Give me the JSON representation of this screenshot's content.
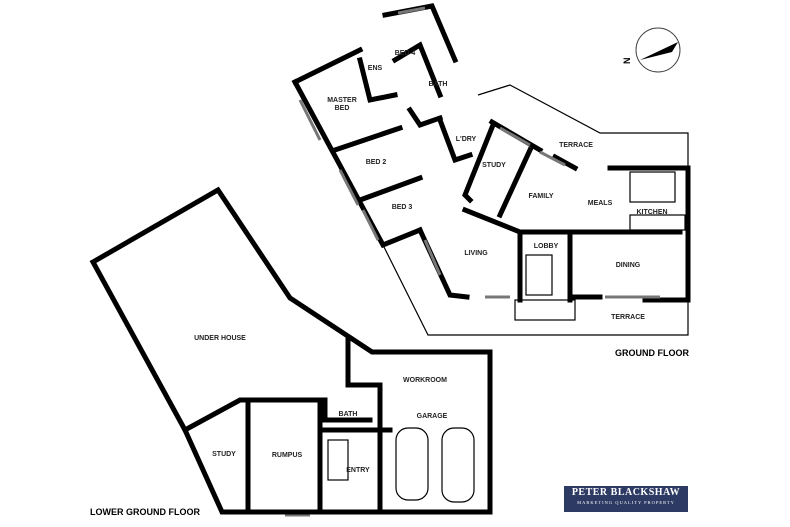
{
  "ground_floor": {
    "title": "GROUND FLOOR",
    "rooms": {
      "bed4": "BED 4",
      "ens": "ENS",
      "bath": "BATH",
      "master_bed_1": "MASTER",
      "master_bed_2": "BED",
      "bed2": "BED 2",
      "bed3": "BED 3",
      "laundry": "L'DRY",
      "study": "STUDY",
      "terrace_top": "TERRACE",
      "family": "FAMILY",
      "meals": "MEALS",
      "kitchen": "KITCHEN",
      "living": "LIVING",
      "lobby": "LOBBY",
      "dining": "DINING",
      "terrace_bottom": "TERRACE"
    }
  },
  "lower_ground_floor": {
    "title": "LOWER GROUND FLOOR",
    "rooms": {
      "under_house": "UNDER HOUSE",
      "workroom": "WORKROOM",
      "bath": "BATH",
      "garage": "GARAGE",
      "study": "STUDY",
      "rumpus": "RUMPUS",
      "entry": "ENTRY"
    }
  },
  "compass": {
    "label": "N"
  },
  "logo": {
    "name": "PETER BLACKSHAW",
    "tagline": "MARKETING QUALITY PROPERTY"
  }
}
